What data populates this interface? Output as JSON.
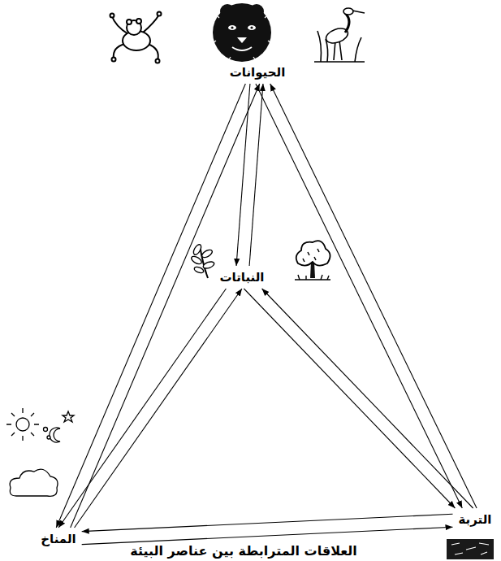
{
  "diagram": {
    "caption": "العلاقات المترابطة بين عناصر البيئة",
    "nodes": [
      {
        "text": [
          "الحيوانات"
        ]
      },
      {
        "text": [
          "النباتات"
        ]
      },
      {
        "text": [
          "المناخ"
        ]
      },
      {
        "text": [
          "التربة"
        ]
      }
    ],
    "edges": [
      {
        "from": 0,
        "to": 1,
        "arrow": "to"
      },
      {
        "from": 1,
        "to": 0,
        "arrow": "to"
      },
      {
        "from": 2,
        "to": 0,
        "arrow": "to"
      },
      {
        "from": 0,
        "to": 2,
        "arrow": "to"
      },
      {
        "from": 3,
        "to": 0,
        "arrow": "to"
      },
      {
        "from": 0,
        "to": 3,
        "arrow": "to"
      },
      {
        "from": 2,
        "to": 1,
        "arrow": "to"
      },
      {
        "from": 1,
        "to": 2,
        "arrow": "to"
      },
      {
        "from": 3,
        "to": 1,
        "arrow": "to"
      },
      {
        "from": 1,
        "to": 3,
        "arrow": "to"
      },
      {
        "from": 3,
        "to": 2,
        "arrow": "to"
      },
      {
        "from": 2,
        "to": 3,
        "arrow": "to"
      }
    ]
  }
}
